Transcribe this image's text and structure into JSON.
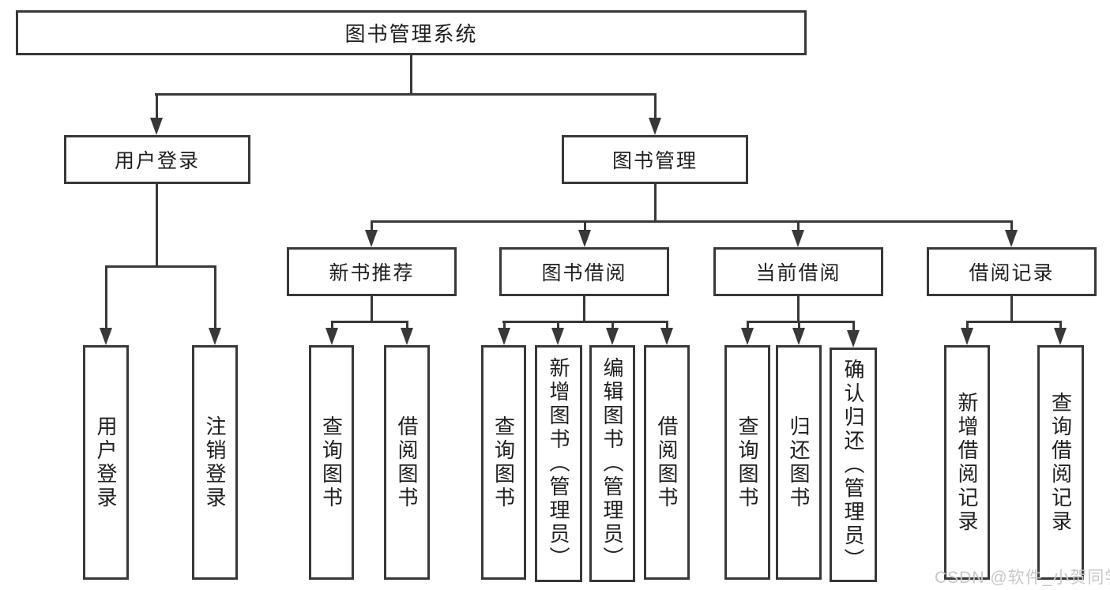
{
  "page": {
    "background_color": "#ffffff",
    "line_color": "#383838",
    "text_color": "#1f1f1f"
  },
  "tree": {
    "root": {
      "label": "图书管理系统"
    },
    "branches": [
      {
        "label": "用户登录",
        "children": [
          {
            "label": "用户登录"
          },
          {
            "label": "注销登录"
          }
        ]
      },
      {
        "label": "图书管理",
        "children": [
          {
            "label": "新书推荐",
            "children": [
              {
                "label": "查询图书"
              },
              {
                "label": "借阅图书"
              }
            ]
          },
          {
            "label": "图书借阅",
            "children": [
              {
                "label": "查询图书"
              },
              {
                "label": "新增图书（管理员）"
              },
              {
                "label": "编辑图书（管理员）"
              },
              {
                "label": "借阅图书"
              }
            ]
          },
          {
            "label": "当前借阅",
            "children": [
              {
                "label": "查询图书"
              },
              {
                "label": "归还图书"
              },
              {
                "label": "确认归还（管理员）"
              }
            ]
          },
          {
            "label": "借阅记录",
            "children": [
              {
                "label": "新增借阅记录"
              },
              {
                "label": "查询借阅记录"
              }
            ]
          }
        ]
      }
    ]
  },
  "watermark": {
    "text": "CSDN @软件_小贺同学",
    "color": "#cac6c6"
  }
}
